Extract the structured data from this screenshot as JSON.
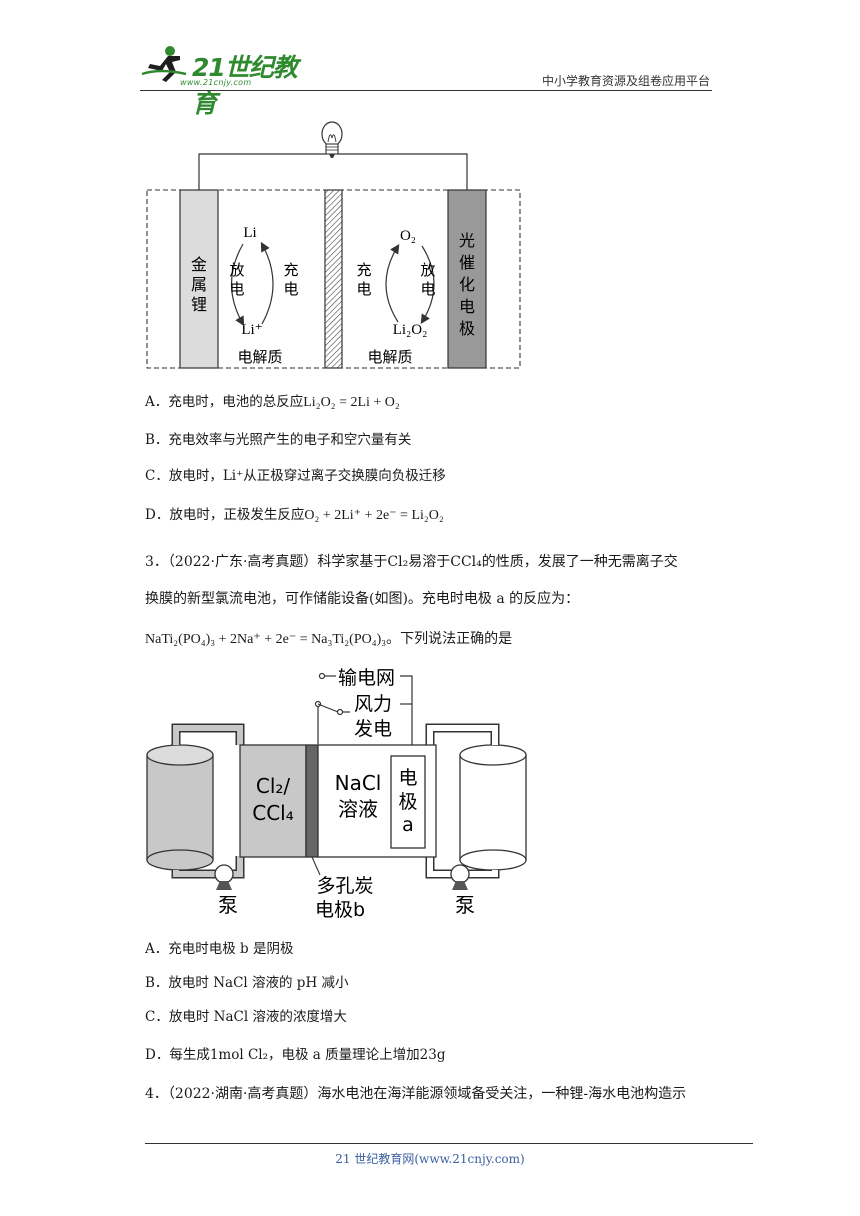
{
  "header": {
    "logo_text": "21世纪教育",
    "logo_url": "www.21cnjy.com",
    "right_text": "中小学教育资源及组卷应用平台"
  },
  "figure1": {
    "left_electrode": "金属锂",
    "right_electrode": "光催化电极",
    "li": "Li",
    "li_ion": "Li⁺",
    "o2": "O₂",
    "li2o2": "Li₂O₂",
    "discharge": "放电",
    "charge": "充电",
    "electrolyte": "电解质"
  },
  "q2_options": [
    {
      "prefix": "A．",
      "text": "充电时，电池的总反应",
      "eq": "Li₂O₂ = 2Li + O₂"
    },
    {
      "prefix": "B．",
      "text": "充电效率与光照产生的电子和空穴量有关",
      "eq": ""
    },
    {
      "prefix": "C．",
      "text": "放电时，Li⁺从正极穿过离子交换膜向负极迁移",
      "eq": ""
    },
    {
      "prefix": "D．",
      "text": "放电时，正极发生反应",
      "eq": "O₂ + 2Li⁺ + 2e⁻ = Li₂O₂"
    }
  ],
  "q3": {
    "line1": "3．（2022·广东·高考真题）科学家基于Cl₂易溶于CCl₄的性质，发展了一种无需离子交",
    "line2": "换膜的新型氯流电池，可作储能设备(如图)。充电时电极 a 的反应为：",
    "equation": "NaTi₂(PO₄)₃ + 2Na⁺ + 2e⁻ = Na₃Ti₂(PO₄)₃",
    "equation_tail": "。下列说法正确的是"
  },
  "figure2": {
    "grid": "输电网",
    "wind1": "风力",
    "wind2": "发电",
    "cl2": "Cl₂/",
    "ccl4": "CCl₄",
    "nacl1": "NaCl",
    "nacl2": "溶液",
    "electrode_a1": "电",
    "electrode_a2": "极",
    "electrode_a3": "a",
    "carbon1": "多孔炭",
    "carbon2": "电极b",
    "pump": "泵"
  },
  "q3_options": [
    {
      "prefix": "A．",
      "text": "充电时电极 b 是阴极"
    },
    {
      "prefix": "B．",
      "text": "放电时 NaCl 溶液的 pH 减小"
    },
    {
      "prefix": "C．",
      "text": "放电时 NaCl 溶液的浓度增大"
    },
    {
      "prefix": "D．",
      "text": "每生成1mol Cl₂，电极 a 质量理论上增加23g"
    }
  ],
  "q4": {
    "line1": "4．（2022·湖南·高考真题）海水电池在海洋能源领域备受关注，一种锂-海水电池构造示"
  },
  "footer": {
    "text": "21 世纪教育网(www.21cnjy.com)"
  }
}
